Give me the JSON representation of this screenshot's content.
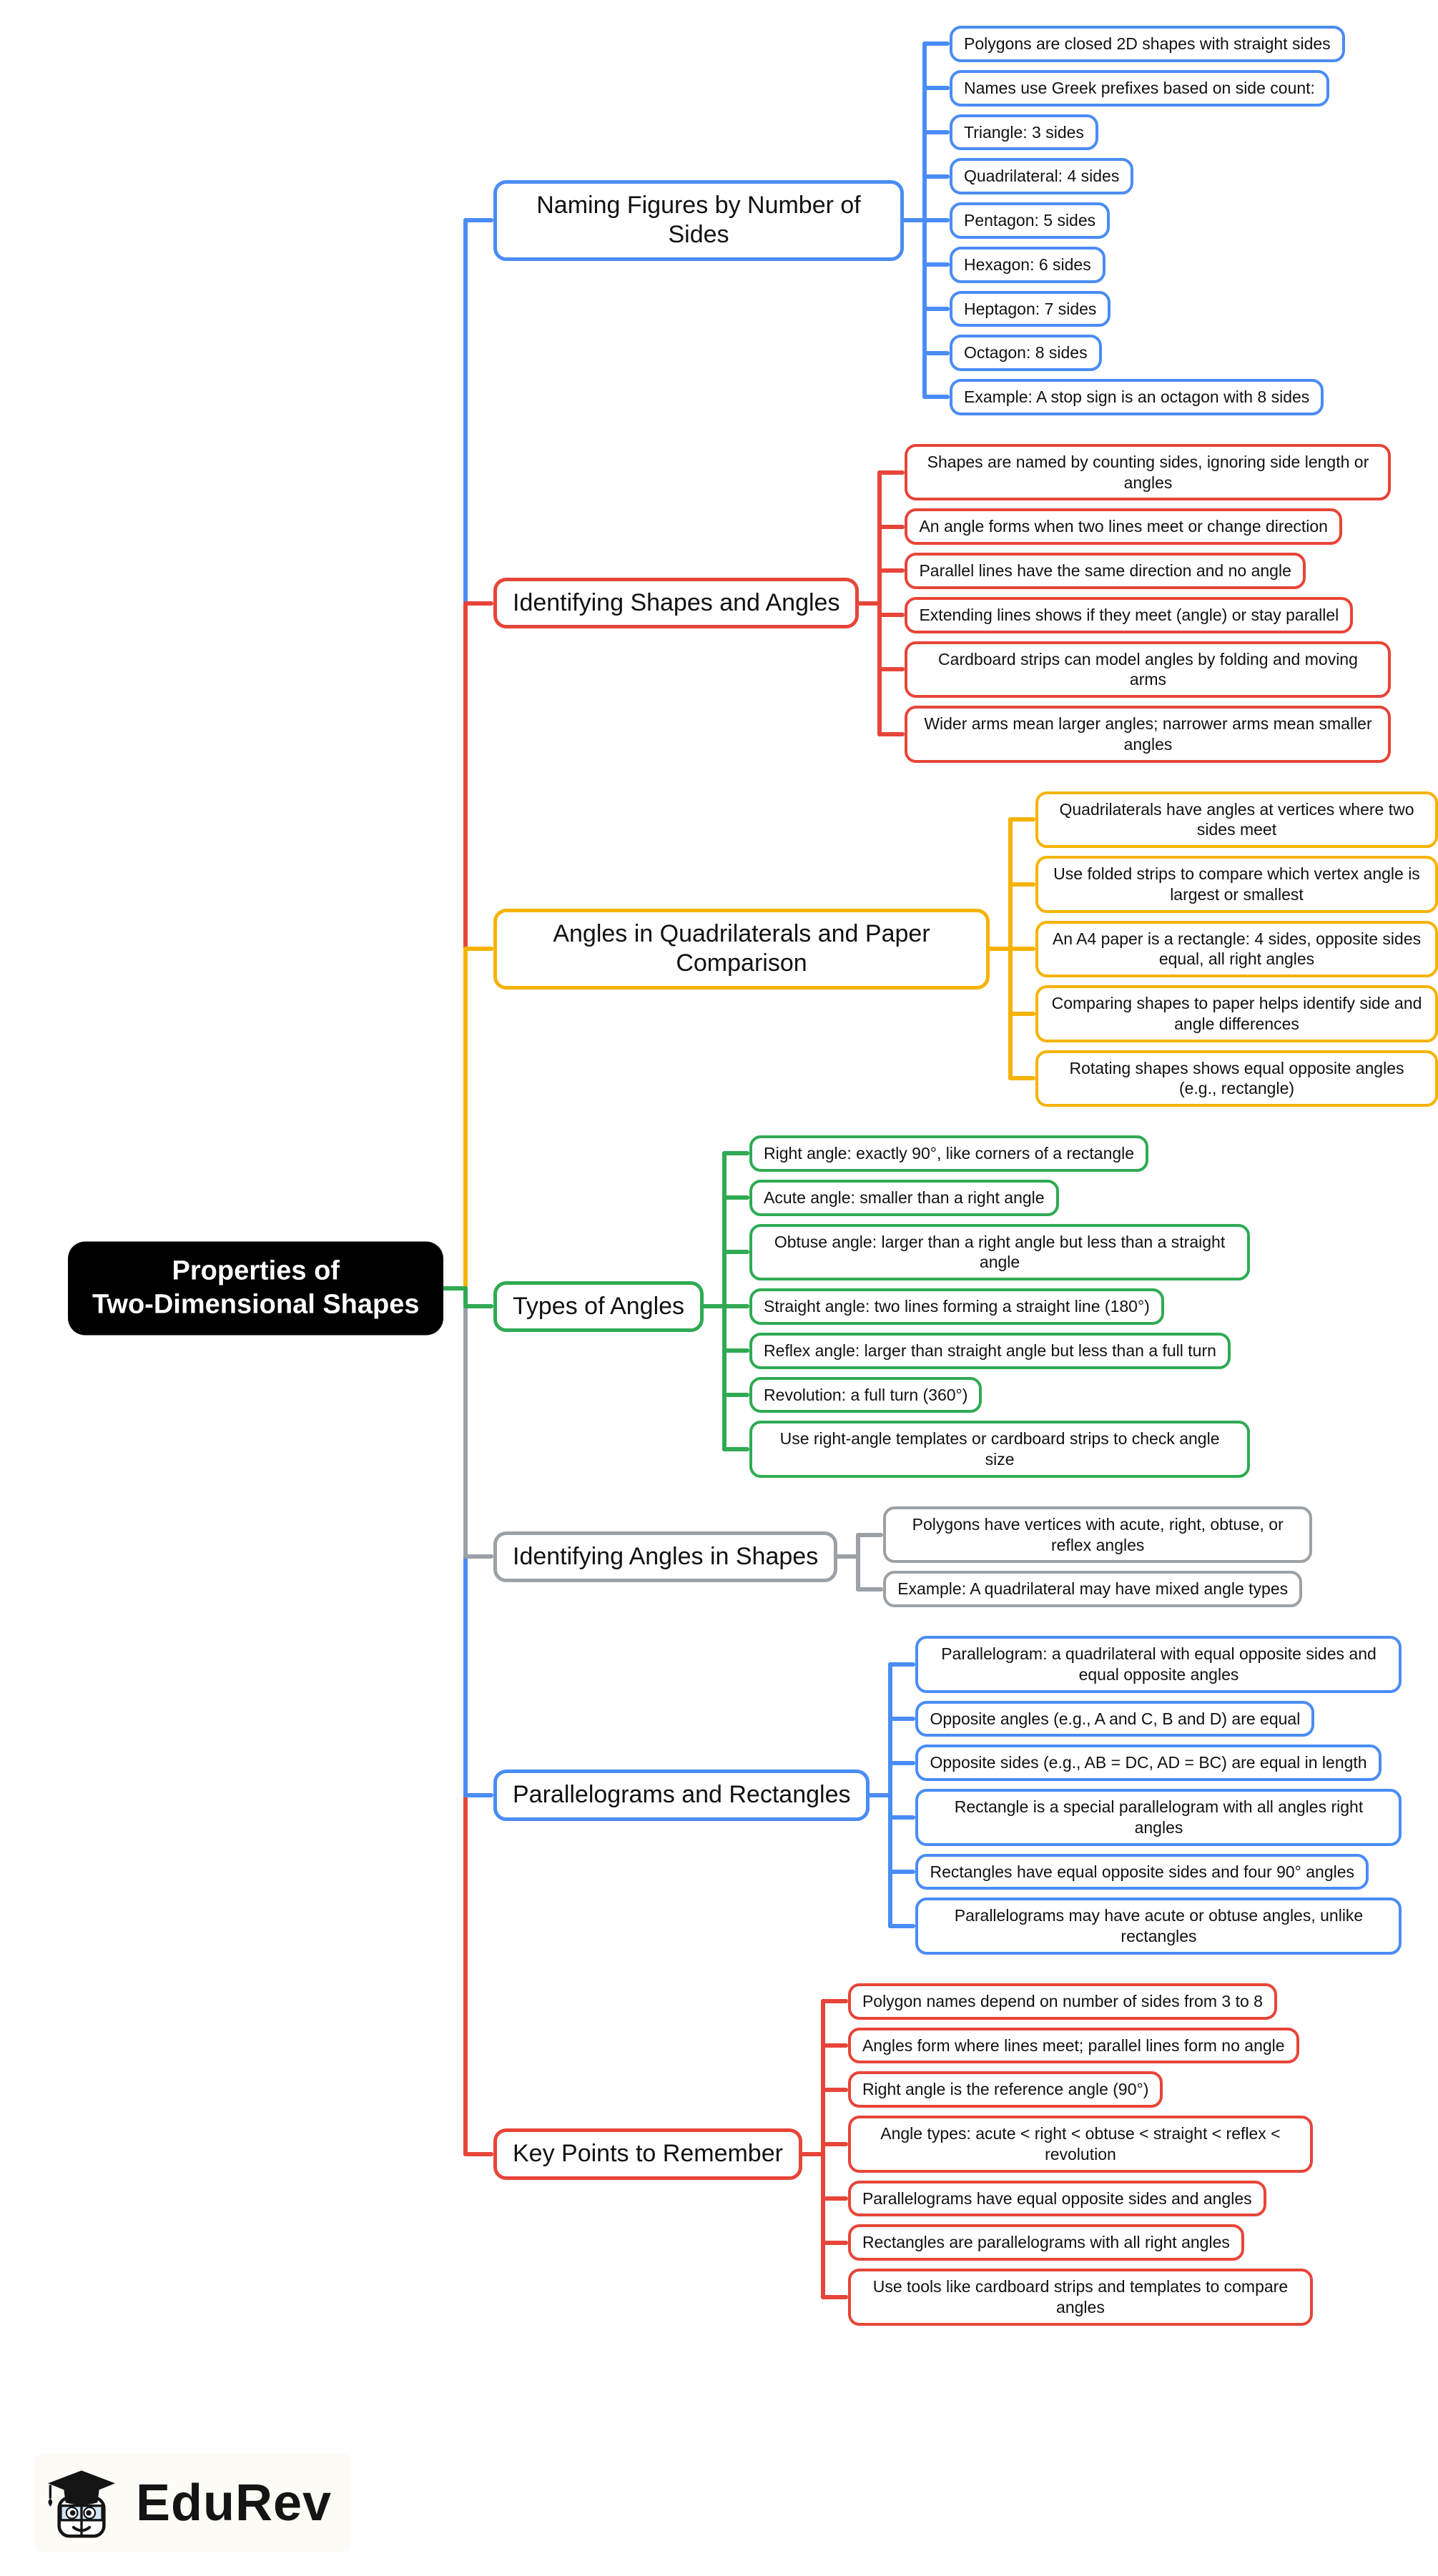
{
  "central": {
    "title": "Properties of\nTwo-Dimensional Shapes",
    "bg": "#000000"
  },
  "branches": [
    {
      "title": "Naming Figures by Number of Sides",
      "color": "#4A8CF5",
      "leaves": [
        "Polygons are closed 2D shapes with straight sides",
        "Names use Greek prefixes based on side count:",
        "Triangle: 3 sides",
        "Quadrilateral: 4 sides",
        "Pentagon: 5 sides",
        "Hexagon: 6 sides",
        "Heptagon: 7 sides",
        "Octagon: 8 sides",
        "Example: A stop sign is an octagon with 8 sides"
      ]
    },
    {
      "title": "Identifying Shapes and Angles",
      "color": "#E74539",
      "leaves": [
        "Shapes are named by counting sides, ignoring side length or angles",
        "An angle forms when two lines meet or change direction",
        "Parallel lines have the same direction and no angle",
        "Extending lines shows if they meet (angle) or stay parallel",
        "Cardboard strips can model angles by folding and moving arms",
        "Wider arms mean larger angles; narrower arms mean smaller angles"
      ]
    },
    {
      "title": "Angles in Quadrilaterals and Paper Comparison",
      "color": "#F5B301",
      "leaves": [
        "Quadrilaterals have angles at vertices where two sides meet",
        "Use folded strips to compare which vertex angle is largest or smallest",
        "An A4 paper is a rectangle: 4 sides, opposite sides equal, all right angles",
        "Comparing shapes to paper helps identify side and angle differences",
        "Rotating shapes shows equal opposite angles (e.g., rectangle)"
      ]
    },
    {
      "title": "Types of Angles",
      "color": "#2FAA53",
      "leaves": [
        "Right angle: exactly 90°, like corners of a rectangle",
        "Acute angle: smaller than a right angle",
        "Obtuse angle: larger than a right angle but less than a straight angle",
        "Straight angle: two lines forming a straight line (180°)",
        "Reflex angle: larger than straight angle but less than a full turn",
        "Revolution: a full turn (360°)",
        "Use right-angle templates or cardboard strips to check angle size"
      ]
    },
    {
      "title": "Identifying Angles in Shapes",
      "color": "#9BA1A6",
      "leaves": [
        "Polygons have vertices with acute, right, obtuse, or reflex angles",
        "Example: A quadrilateral may have mixed angle types"
      ]
    },
    {
      "title": "Parallelograms and Rectangles",
      "color": "#4A8CF5",
      "leaves": [
        "Parallelogram: a quadrilateral with equal opposite sides and equal opposite angles",
        "Opposite angles (e.g., A and C, B and D) are equal",
        "Opposite sides (e.g., AB = DC, AD = BC) are equal in length",
        "Rectangle is a special parallelogram with all angles right angles",
        "Rectangles have equal opposite sides and four 90° angles",
        "Parallelograms may have acute or obtuse angles, unlike rectangles"
      ]
    },
    {
      "title": "Key Points to Remember",
      "color": "#E74539",
      "leaves": [
        "Polygon names depend on number of sides from 3 to 8",
        "Angles form where lines meet; parallel lines form no angle",
        "Right angle is the reference angle (90°)",
        "Angle types: acute < right < obtuse < straight < reflex < revolution",
        "Parallelograms have equal opposite sides and angles",
        "Rectangles are parallelograms with all right angles",
        "Use tools like cardboard strips and templates to compare angles"
      ]
    }
  ],
  "logo": {
    "text": "EduRev"
  }
}
